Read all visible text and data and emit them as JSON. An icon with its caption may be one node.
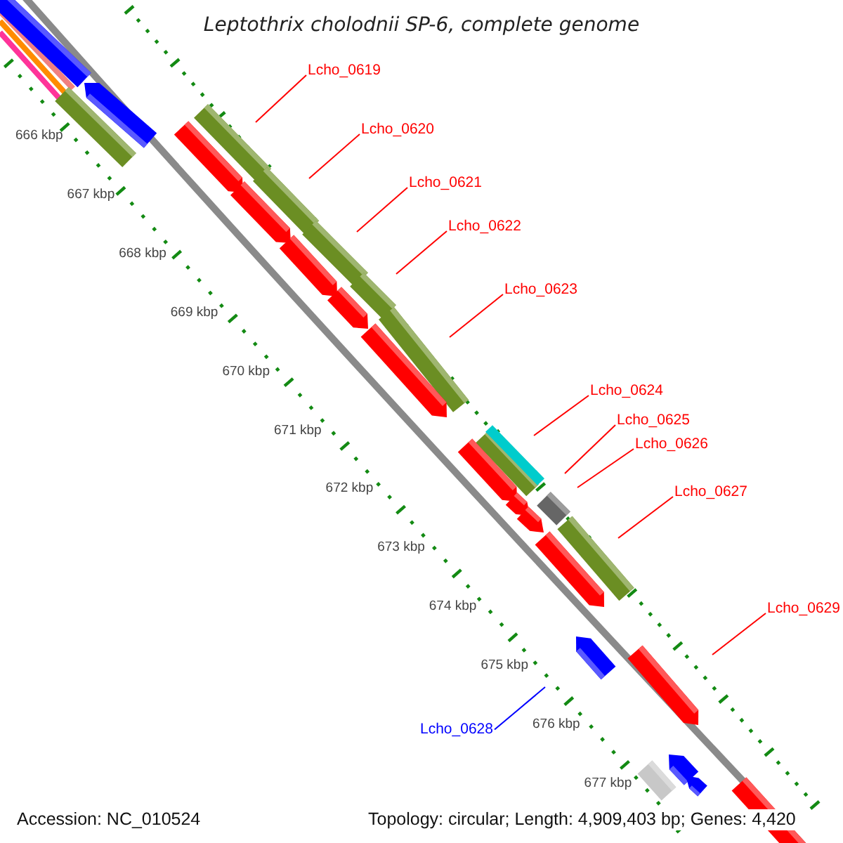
{
  "diagram": {
    "title": "Leptothrix cholodnii SP-6, complete genome",
    "nodes": [
      {
        "text": [
          "Lcho_0619"
        ]
      },
      {
        "text": [
          "Lcho_0620"
        ]
      },
      {
        "text": [
          "Lcho_0621"
        ]
      },
      {
        "text": [
          "Lcho_0622"
        ]
      },
      {
        "text": [
          "Lcho_0623"
        ]
      },
      {
        "text": [
          "Lcho_0624"
        ]
      },
      {
        "text": [
          "Lcho_0625"
        ]
      },
      {
        "text": [
          "Lcho_0626"
        ]
      },
      {
        "text": [
          "Lcho_0627"
        ]
      },
      {
        "text": [
          "Lcho_0629"
        ]
      },
      {
        "text": [
          "Lcho_0628"
        ]
      }
    ],
    "edges": [
      {
        "from": 0,
        "to": null,
        "arrow": "none"
      },
      {
        "from": 1,
        "to": null,
        "arrow": "none"
      },
      {
        "from": 2,
        "to": null,
        "arrow": "none"
      },
      {
        "from": 3,
        "to": null,
        "arrow": "none"
      },
      {
        "from": 4,
        "to": null,
        "arrow": "none"
      },
      {
        "from": 5,
        "to": null,
        "arrow": "none"
      },
      {
        "from": 6,
        "to": null,
        "arrow": "none"
      },
      {
        "from": 7,
        "to": null,
        "arrow": "none"
      },
      {
        "from": 8,
        "to": null,
        "arrow": "none"
      },
      {
        "from": 9,
        "to": null,
        "arrow": "none"
      },
      {
        "from": 10,
        "to": null,
        "arrow": "none",
        "color": "#0000ff"
      }
    ],
    "labels": [
      "666 kbp",
      "667 kbp",
      "668 kbp",
      "669 kbp",
      "670 kbp",
      "671 kbp",
      "672 kbp",
      "673 kbp",
      "674 kbp",
      "675 kbp",
      "676 kbp",
      "677 kbp",
      "Accession: NC_010524",
      "Topology: circular; Length: 4,909,403 bp; Genes: 4,420"
    ]
  }
}
